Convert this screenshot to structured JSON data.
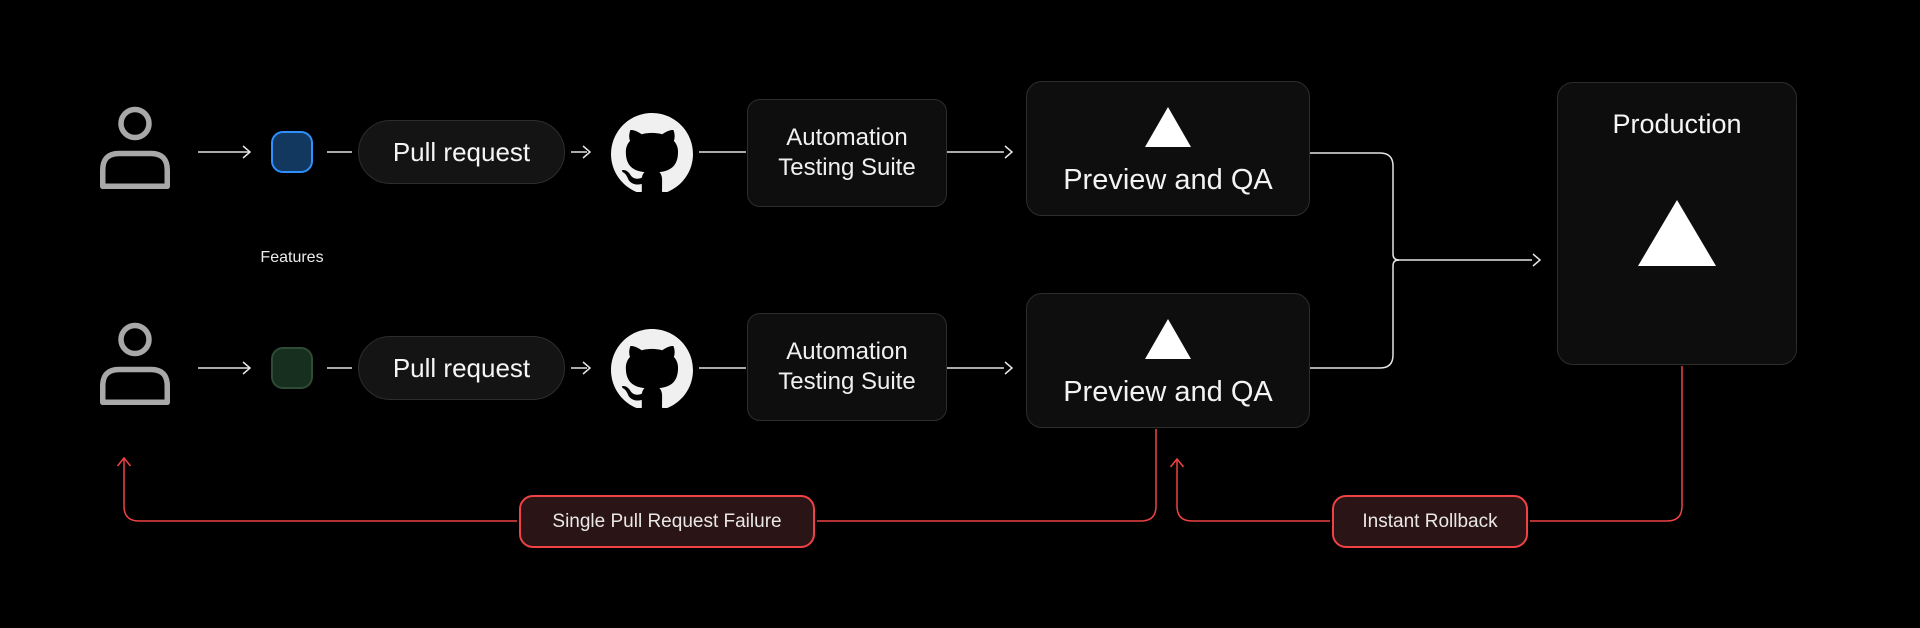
{
  "canvas": {
    "background": "#000000"
  },
  "rows": [
    {
      "actor": "developer",
      "branch_swatch": {
        "border": "#2e90ff",
        "fill": "#133860"
      },
      "pull_request_label": "Pull request",
      "source_icon": "github",
      "testing_label": "Automation Testing Suite",
      "preview_label": "Preview and QA",
      "preview_icon": "vercel-triangle"
    },
    {
      "actor": "developer",
      "branch_swatch": {
        "border": "#2e4b36",
        "fill": "#162f1e"
      },
      "pull_request_label": "Pull request",
      "source_icon": "github",
      "testing_label": "Automation Testing Suite",
      "preview_label": "Preview and QA",
      "preview_icon": "vercel-triangle"
    }
  ],
  "features_label": "Features",
  "production": {
    "label": "Production",
    "icon": "vercel-triangle"
  },
  "annotations": {
    "failure_label": "Single Pull Request Failure",
    "rollback_label": "Instant Rollback"
  },
  "colors": {
    "background": "#000000",
    "node_fill": "#0e0e0e",
    "node_border": "#2d2d2d",
    "wire_white": "#e3e6e3",
    "wire_red": "#ee4245",
    "annotation_fill": "#2a1416",
    "person_gray": "#a8a8a8",
    "text": "#f2f2f2"
  }
}
